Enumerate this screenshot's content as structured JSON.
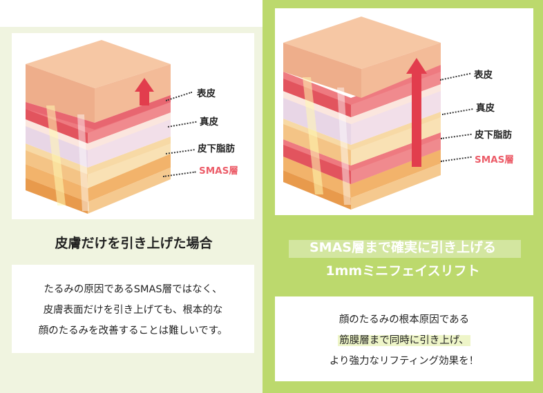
{
  "left": {
    "labels": {
      "epidermis": "表皮",
      "dermis": "真皮",
      "subcutaneous": "皮下脂肪",
      "smas": "SMAS層"
    },
    "title": "皮膚だけを引き上げた場合",
    "body": [
      "たるみの原因であるSMAS層ではなく、",
      "皮膚表面だけを引き上げても、根本的な",
      "顔のたるみを改善することは難しいです。"
    ]
  },
  "right": {
    "labels": {
      "epidermis": "表皮",
      "dermis": "真皮",
      "subcutaneous": "皮下脂肪",
      "smas": "SMAS層"
    },
    "title_line1": "SMAS層まで確実に引き上げる",
    "title_line2": "1mmミニフェイスリフト",
    "body_line1": "顔のたるみの根本原因である",
    "body_line2_highlight": "筋膜層まで同時に引き上げ、",
    "body_line3": "より強力なリフティング効果を！"
  },
  "colors": {
    "left_bg": "#f0f4e0",
    "right_bg": "#bcd96d",
    "smas": "#ec5d69",
    "arrow": "#e23d4d"
  }
}
